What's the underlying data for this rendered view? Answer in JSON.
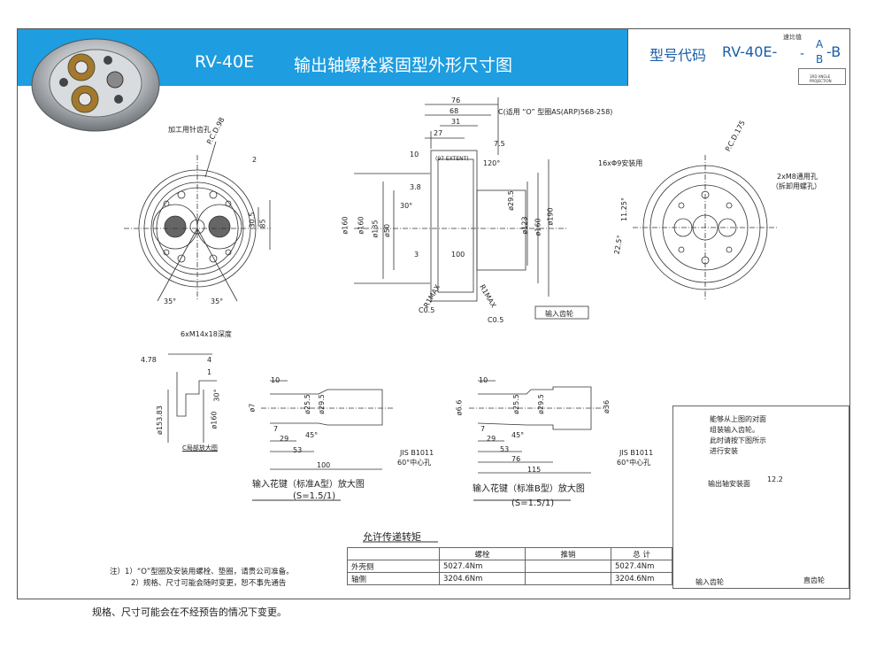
{
  "header": {
    "model": "RV-40E",
    "title": "输出轴螺栓紧固型外形尺寸图",
    "code_label": "型号代码",
    "code_value": "RV-40E-",
    "ratio_label": "速比值",
    "ratio_a": "A",
    "ratio_b": "B",
    "dash": "-",
    "suffix": "-B",
    "projection": "3RD ANGLE PROJECTION"
  },
  "front_view": {
    "label_pin_hole": "加工用针齿孔",
    "label_pcd": "P.C.D.98",
    "dim_2": "2",
    "dim_30_5": "30.5",
    "dim_85": "85",
    "angle_left": "35°",
    "angle_right": "35°",
    "label_thread": "6xM14x18深度"
  },
  "section_view": {
    "dim_76": "76",
    "dim_68": "68",
    "dim_31": "31",
    "dim_27": "27",
    "dim_7_5": "7.5",
    "dim_10": "10",
    "dim_3_8": "3.8",
    "dim_3": "3",
    "dim_100": "100",
    "angle_120": "120°",
    "angle_30": "30°",
    "extent": "(97 EXTENT)",
    "oring_note": "C(适用 “O” 型圈AS(ARP)568-258)",
    "d160": "ø160",
    "d160b": "ø160",
    "d135": "ø135",
    "d50": "ø50",
    "d29_5": "ø29.5",
    "d123": "ø123",
    "d190": "ø190",
    "r1max_left": "R1MAX",
    "r1max_right": "R1MAX",
    "c05_left": "C0.5",
    "c05_right": "C0.5",
    "input_gear": "输入齿轮"
  },
  "rear_view": {
    "label_mount": "16xΦ9安装用",
    "label_pcd": "P.C.D.175",
    "label_m8": "2xM8通用孔",
    "label_m8_sub": "（拆卸用螺孔）",
    "angle_11_25": "11.25°",
    "angle_22_5": "22.5°"
  },
  "detail_c": {
    "dim_478": "4.78",
    "dim_4": "4",
    "dim_1": "1",
    "dim_30": "30°",
    "d153": "ø153.83",
    "d160": "ø160",
    "caption": "C局部放大图"
  },
  "spline_a": {
    "dim_10": "10",
    "dim_7": "ø7",
    "d25_5": "ø25.5",
    "d29_5": "ø29.5",
    "dim_7b": "7",
    "dim_29": "29",
    "dim_45": "45°",
    "dim_53": "53",
    "dim_100": "100",
    "jis": "JIS B1011",
    "center": "60°中心孔",
    "caption": "输入花键（标准A型）放大图",
    "scale": "(S=1.5/1)"
  },
  "spline_b": {
    "dim_10": "10",
    "dim_6_6": "ø6.6",
    "d25_5": "ø25.5",
    "d29_5": "ø29.5",
    "d36": "ø36",
    "dim_7b": "7",
    "dim_29": "29",
    "dim_45": "45°",
    "dim_53": "53",
    "dim_76": "76",
    "dim_115": "115",
    "jis": "JIS B1011",
    "center": "60°中心孔",
    "caption": "输入花键（标准B型）放大图",
    "scale": "(S=1.5/1)"
  },
  "inset": {
    "note1": "能够从上图的对面",
    "note2": "组装输入齿轮。",
    "note3": "此时请按下图所示",
    "note4": "进行安装",
    "label_face": "输出轴安装面",
    "dim_12_2": "12.2",
    "input_gear": "输入齿轮",
    "spur_gear": "直齿轮"
  },
  "torque": {
    "title": "允许传递转矩",
    "headers": [
      "",
      "螺栓",
      "推销",
      "总  计"
    ],
    "rows": [
      [
        "外壳侧",
        "5027.4Nm",
        "",
        "5027.4Nm"
      ],
      [
        "轴侧",
        "3204.6Nm",
        "",
        "3204.6Nm"
      ]
    ]
  },
  "notes": {
    "line1": "注）1）“O”型圈及安装用螺栓、垫圈，请贵公司准备。",
    "line2": "2）规格、尺寸可能会随时变更，恕不事先通告"
  },
  "footer": "规格、尺寸可能会在不经预告的情况下变更。",
  "colors": {
    "banner": "#1e9de0",
    "code_text": "#1a5fa6"
  }
}
